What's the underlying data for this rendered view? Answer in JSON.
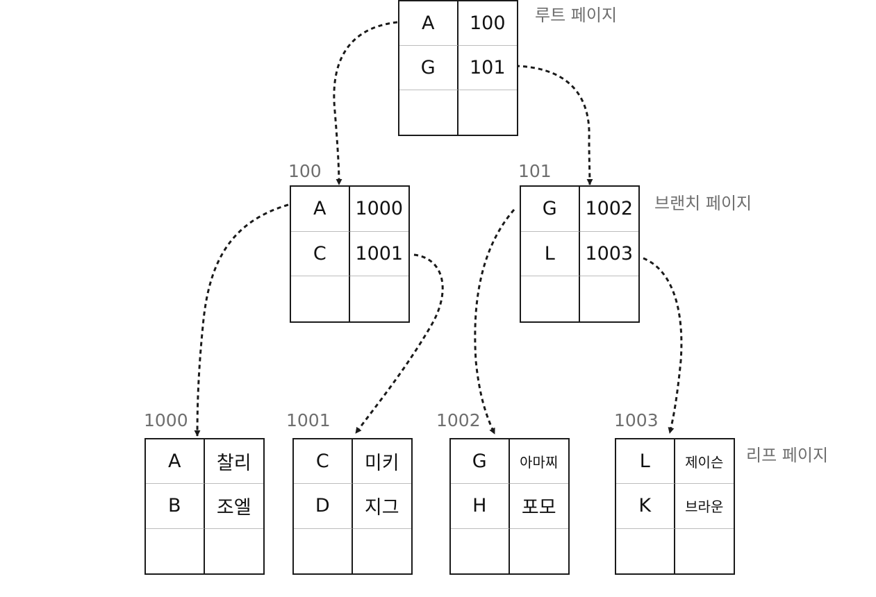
{
  "labels": {
    "root": "루트 페이지",
    "branch": "브랜치 페이지",
    "leaf": "리프 페이지"
  },
  "pages": {
    "root": {
      "rows": [
        [
          "A",
          "100"
        ],
        [
          "G",
          "101"
        ],
        [
          "",
          ""
        ]
      ]
    },
    "b100": {
      "id": "100",
      "rows": [
        [
          "A",
          "1000"
        ],
        [
          "C",
          "1001"
        ],
        [
          "",
          ""
        ]
      ]
    },
    "b101": {
      "id": "101",
      "rows": [
        [
          "G",
          "1002"
        ],
        [
          "L",
          "1003"
        ],
        [
          "",
          ""
        ]
      ]
    },
    "l1000": {
      "id": "1000",
      "rows": [
        [
          "A",
          "찰리"
        ],
        [
          "B",
          "조엘"
        ],
        [
          "",
          ""
        ]
      ]
    },
    "l1001": {
      "id": "1001",
      "rows": [
        [
          "C",
          "미키"
        ],
        [
          "D",
          "지그"
        ],
        [
          "",
          ""
        ]
      ]
    },
    "l1002": {
      "id": "1002",
      "rows": [
        [
          "G",
          "아마찌"
        ],
        [
          "H",
          "포모"
        ],
        [
          "",
          ""
        ]
      ]
    },
    "l1003": {
      "id": "1003",
      "rows": [
        [
          "L",
          "제이슨"
        ],
        [
          "K",
          "브라운"
        ],
        [
          "",
          ""
        ]
      ]
    }
  }
}
